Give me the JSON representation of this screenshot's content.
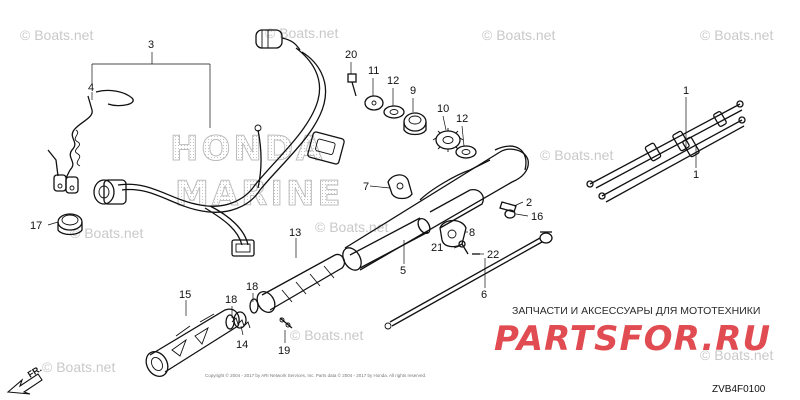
{
  "watermark": {
    "text": "© Boats.net"
  },
  "brand_watermark": {
    "line1": "HONDA",
    "line2": "MARINE"
  },
  "shop": {
    "subtitle": "ЗАПЧАСТИ И АКСЕССУАРЫ ДЛЯ МОТОТЕХНИКИ",
    "logo": "PARTSFOR.RU"
  },
  "diagram_code": "ZVB4F0100",
  "direction_label": "FR.",
  "copyright": "Copyright © 2004 - 2017 by ARI Network Services, Inc. Parts data © 2004 - 2017 by Honda. All rights reserved.",
  "callouts": [
    "1",
    "1",
    "2",
    "3",
    "4",
    "5",
    "6",
    "7",
    "8",
    "9",
    "10",
    "11",
    "12",
    "12",
    "13",
    "14",
    "15",
    "16",
    "17",
    "18",
    "18",
    "19",
    "20",
    "21",
    "22"
  ],
  "colors": {
    "line": "#111111",
    "watermark": "#c9c9c9",
    "shop_logo": "#e14b52"
  }
}
